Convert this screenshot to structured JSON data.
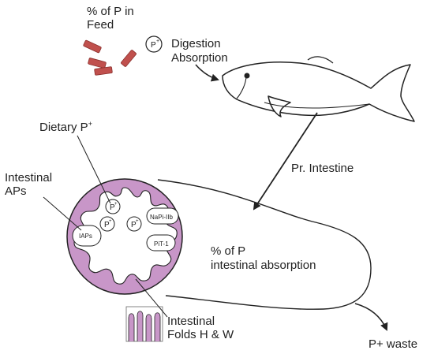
{
  "labels": {
    "feed_line1": "% of P in",
    "feed_line2": "Feed",
    "p_badge": "P",
    "p_badge_sup": "+",
    "digestion": "Digestion",
    "absorption": "Absorption",
    "dietary": "Dietary P",
    "dietary_sup": "+",
    "intestinal_aps_line1": "Intestinal",
    "intestinal_aps_line2": "APs",
    "pr_intestine": "Pr. Intestine",
    "absorption_pct_line1": "% of P",
    "absorption_pct_line2": "intestinal absorption",
    "folds_line1": "Intestinal",
    "folds_line2": "Folds H & W",
    "waste": "P+ waste",
    "iaps": "IAPs",
    "napi": "NaPi-IIb",
    "pit": "PiT-1"
  },
  "colors": {
    "intestine_fill": "#c896c8",
    "feed_pellets": "#c0504d",
    "stroke": "#222222"
  },
  "icons": [
    "fish-icon",
    "feed-pellet-icon",
    "phosphate-badge-icon",
    "arrow-icon"
  ]
}
